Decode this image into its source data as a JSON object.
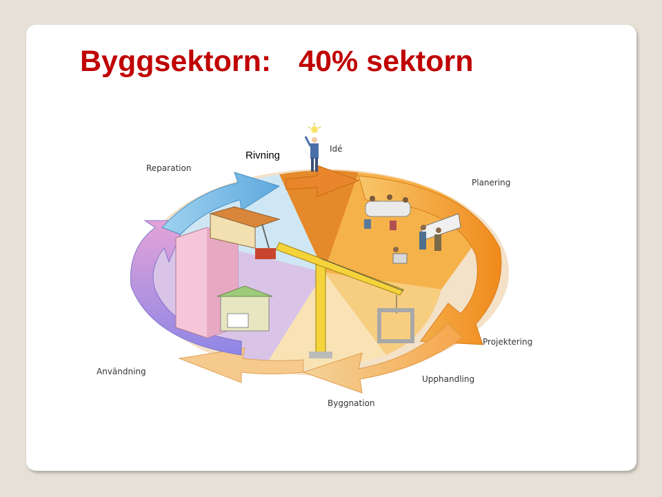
{
  "slide": {
    "title_part1": "Byggsektorn:",
    "title_part2": "40% sektorn"
  },
  "diagram": {
    "labels": {
      "rivning": "Rivning",
      "ide": "Idé",
      "reparation": "Reparation",
      "planering": "Planering",
      "projektering": "Projektering",
      "upphandling": "Upphandling",
      "byggnation": "Byggnation",
      "anvandning": "Användning"
    },
    "colors": {
      "title": "#c00000",
      "ide_sector": "#e58a2a",
      "planering_sector": "#f6b24a",
      "byggnation_sector": "#f9e3b4",
      "anvandning_sector": "#d9c4e8",
      "reparation_sector": "#cfe7f4",
      "arrow_orange": "#f39a2c",
      "arrow_purple": "#a98be0",
      "arrow_blue": "#7ec3ea"
    }
  }
}
